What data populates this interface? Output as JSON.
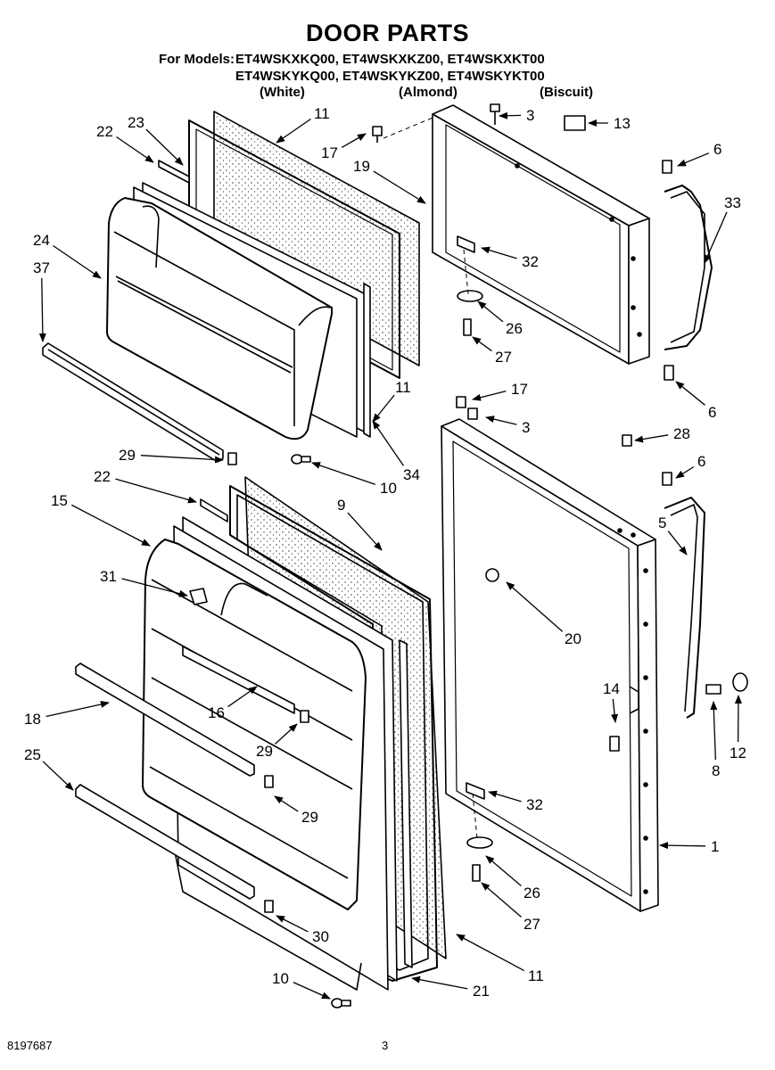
{
  "header": {
    "title": "DOOR PARTS",
    "models_prefix": "For Models:",
    "models_line1": "ET4WSKXKQ00, ET4WSKXKZ00, ET4WSKXKT00",
    "models_line2": "ET4WSKYKQ00, ET4WSKYKZ00, ET4WSKYKT00",
    "colors": [
      "(White)",
      "(Almond)",
      "(Biscuit)"
    ]
  },
  "callouts": [
    "1",
    "3",
    "3",
    "5",
    "6",
    "6",
    "6",
    "8",
    "9",
    "10",
    "10",
    "11",
    "11",
    "11",
    "12",
    "13",
    "14",
    "15",
    "16",
    "17",
    "17",
    "18",
    "19",
    "20",
    "21",
    "22",
    "22",
    "23",
    "24",
    "25",
    "26",
    "26",
    "27",
    "27",
    "28",
    "29",
    "29",
    "29",
    "30",
    "31",
    "32",
    "32",
    "33",
    "34",
    "37"
  ],
  "footer": {
    "doc_number": "8197687",
    "page_number": "3"
  }
}
